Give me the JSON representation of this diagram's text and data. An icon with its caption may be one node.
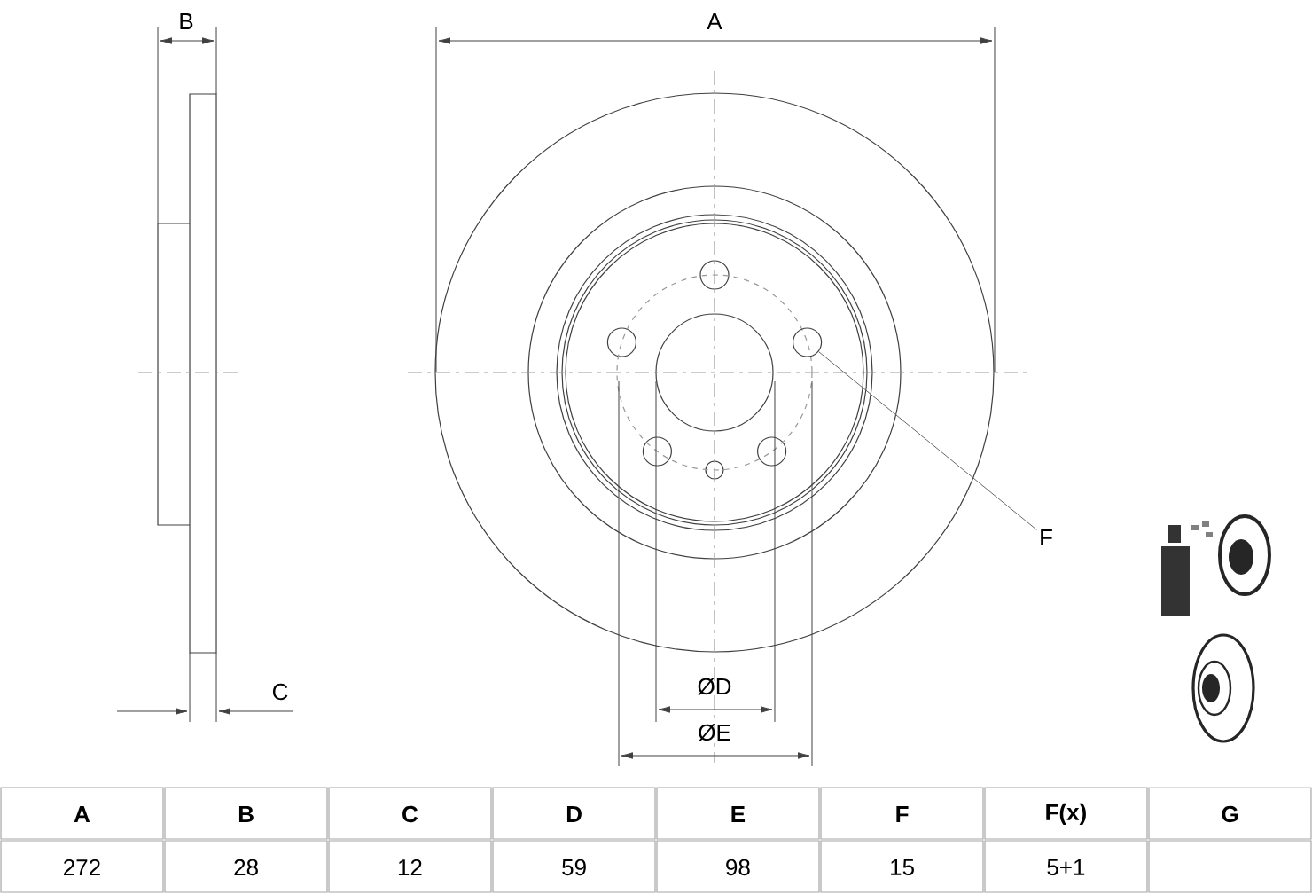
{
  "diagram": {
    "nodes": [
      {
        "text": [
          "F"
        ]
      },
      {
        "text": [],
        "shape": "circle"
      }
    ],
    "edges": [
      {
        "from": 0,
        "to": 1,
        "arrow": "none"
      }
    ],
    "labels": [
      "B",
      "A",
      "C",
      "ØD",
      "ØE",
      "A",
      "B",
      "C",
      "D",
      "E",
      "F",
      "F(x)",
      "G",
      "272",
      "28",
      "12",
      "59",
      "98",
      "15",
      "5+1"
    ]
  }
}
